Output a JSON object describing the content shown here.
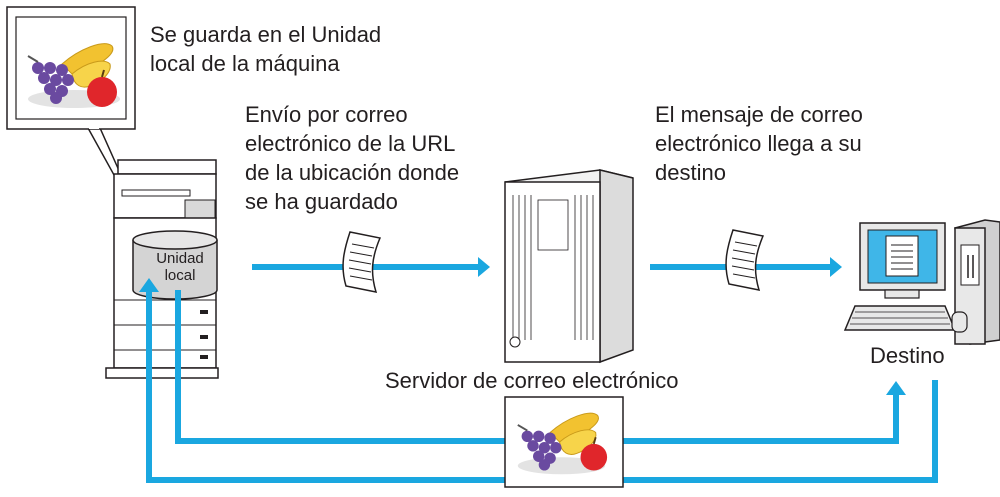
{
  "labels": {
    "saved_note": "Se guarda en el Unidad\nlocal de la máquina",
    "send_url": "Envío por correo\nelectrónico de la URL\nde la ubicación donde\nse ha guardado",
    "mail_arrives": "El mensaje de correo\nelectrónico llega a su\ndestino",
    "local_drive": "Unidad\nlocal",
    "mail_server": "Servidor de correo electrónico",
    "destination": "Destino"
  },
  "colors": {
    "arrow": "#1aa7e0",
    "outline": "#231f20",
    "monitor_screen": "#3fb6e8"
  },
  "icons": [
    "multifunction-printer-icon",
    "mail-server-tower-icon",
    "document-icon",
    "desktop-computer-icon",
    "fruit-image-icon"
  ]
}
